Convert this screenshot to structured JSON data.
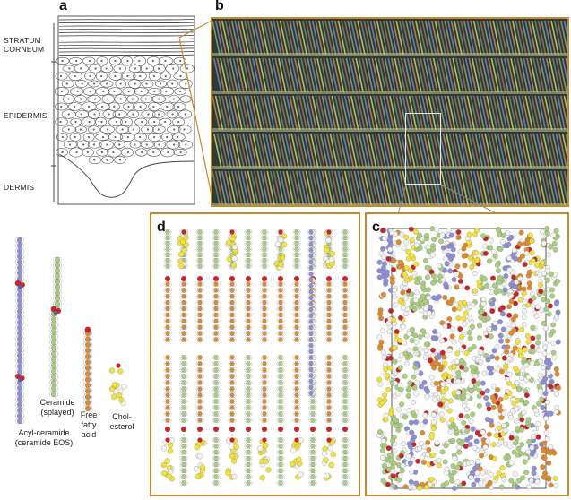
{
  "panels": {
    "a": {
      "label": "a"
    },
    "b": {
      "label": "b"
    },
    "c": {
      "label": "c"
    },
    "d": {
      "label": "d"
    }
  },
  "layers": {
    "stratum_line1": "STRATUM",
    "stratum_line2": "CORNEUM",
    "epidermis": "EPIDERMIS",
    "dermis": "DERMIS"
  },
  "molecules": {
    "acyl_line1": "Acyl-ceramide",
    "acyl_line2": "(ceramide EOS)",
    "ceramide_line1": "Ceramide",
    "ceramide_line2": "(splayed)",
    "ffa_line1": "Free",
    "ffa_line2": "fatty",
    "ffa_line3": "acid",
    "chol_line1": "Chol-",
    "chol_line2": "esterol"
  },
  "colors": {
    "frame": "#c98a2c",
    "acyl_ceramide": "#8e8fd6",
    "ceramide": "#a9cf7e",
    "free_fatty_acid": "#e08a2e",
    "cholesterol": "#f2e23a",
    "headgroup_oxygen": "#c8252a",
    "hydrogen": "#f4f4f4"
  }
}
